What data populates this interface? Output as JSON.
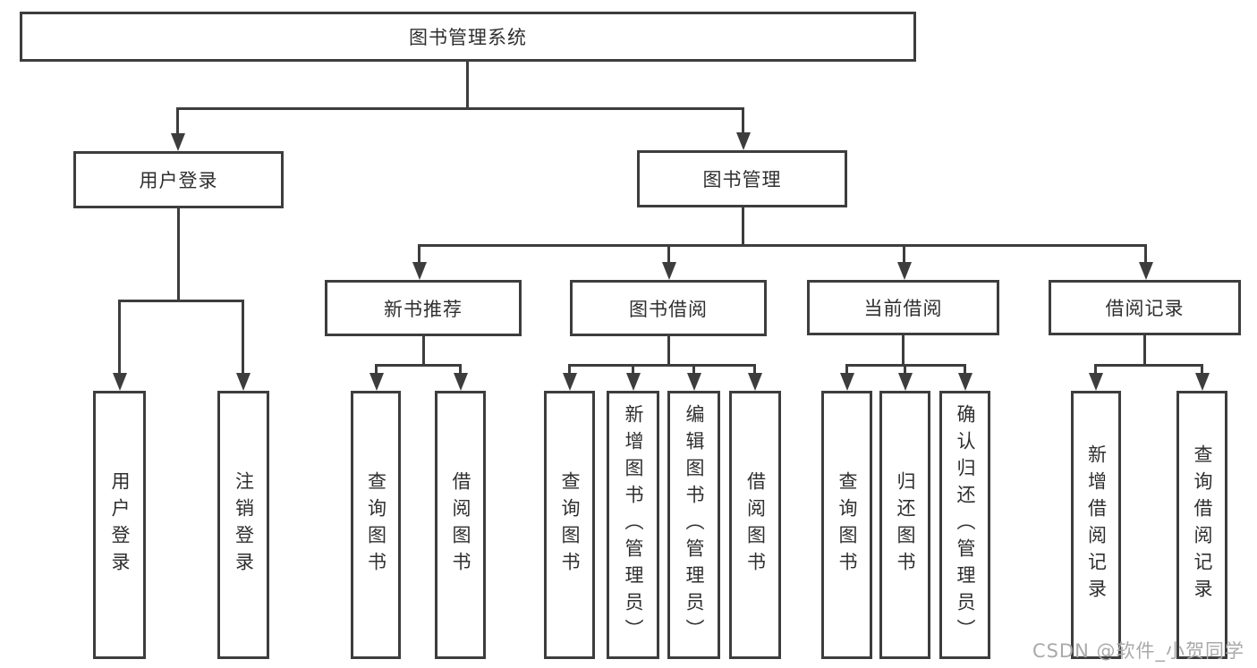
{
  "diagram": {
    "root": "图书管理系统",
    "level2": {
      "user_login": "用户登录",
      "book_mgmt": "图书管理"
    },
    "level3": {
      "new_book": "新书推荐",
      "book_borrow": "图书借阅",
      "current_borrow": "当前借阅",
      "borrow_record": "借阅记录"
    },
    "leaves": {
      "user_login": [
        "用户登录",
        "注销登录"
      ],
      "new_book": [
        "查询图书",
        "借阅图书"
      ],
      "book_borrow": [
        "查询图书",
        "新增图书（管理员）",
        "编辑图书（管理员）",
        "借阅图书"
      ],
      "current_borrow": [
        "查询图书",
        "归还图书",
        "确认归还（管理员）"
      ],
      "borrow_record": [
        "新增借阅记录",
        "查询借阅记录"
      ]
    }
  },
  "watermark": "CSDN @软件_小贺同学",
  "colors": {
    "line": "#3d3d3d",
    "text": "#2f2f2f",
    "watermark_gray": "#a9a9a9",
    "background": "#ffffff"
  }
}
